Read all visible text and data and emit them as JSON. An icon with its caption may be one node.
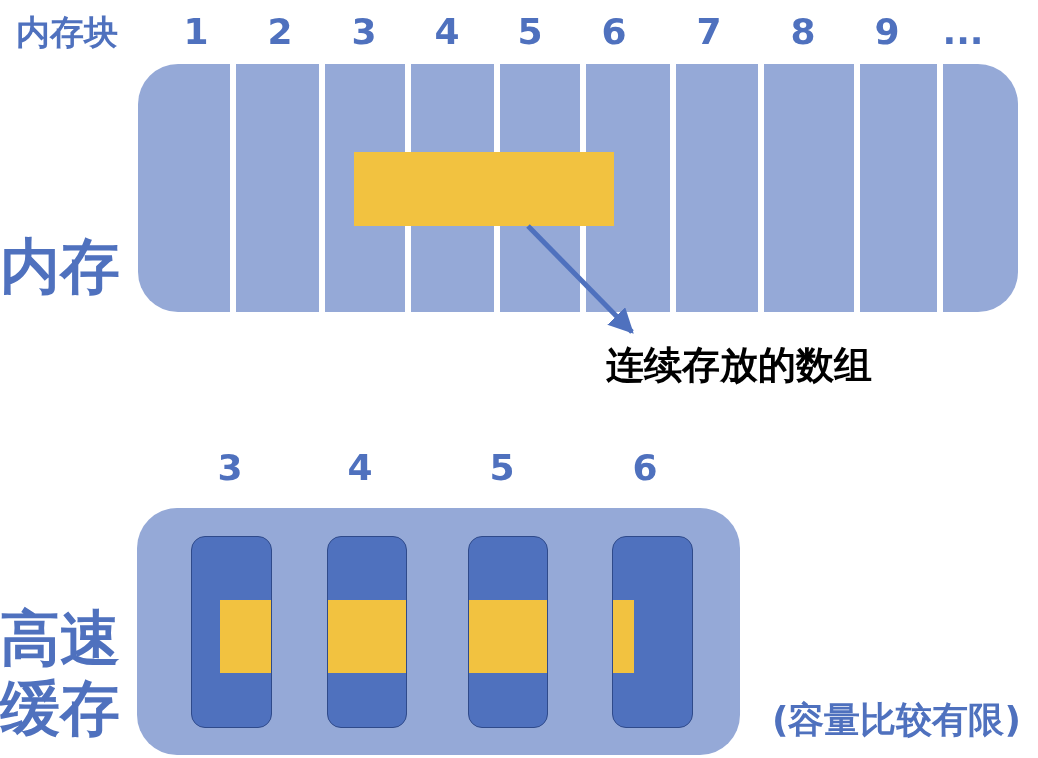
{
  "diagram": {
    "nodes": [
      {
        "text": [
          "内存"
        ]
      },
      {
        "text": [],
        "shape": "bar",
        "in": 0
      },
      {
        "text": [
          "连续存放的数组"
        ]
      },
      {
        "text": [
          "高速缓存"
        ],
        "beside": [
          "(容量比较有限)"
        ]
      },
      {
        "text": [],
        "shape": "box",
        "in": 3
      },
      {
        "text": [],
        "shape": "box",
        "in": 3
      },
      {
        "text": [],
        "shape": "box",
        "in": 3
      },
      {
        "text": [],
        "shape": "box",
        "in": 3
      }
    ],
    "edges": [
      {
        "from": 1,
        "to": 2,
        "arrow": "to"
      }
    ],
    "labels": [
      "内存块",
      "1",
      "2",
      "3",
      "4",
      "5",
      "6",
      "7",
      "8",
      "9",
      "...",
      "3",
      "4",
      "5",
      "6"
    ]
  }
}
